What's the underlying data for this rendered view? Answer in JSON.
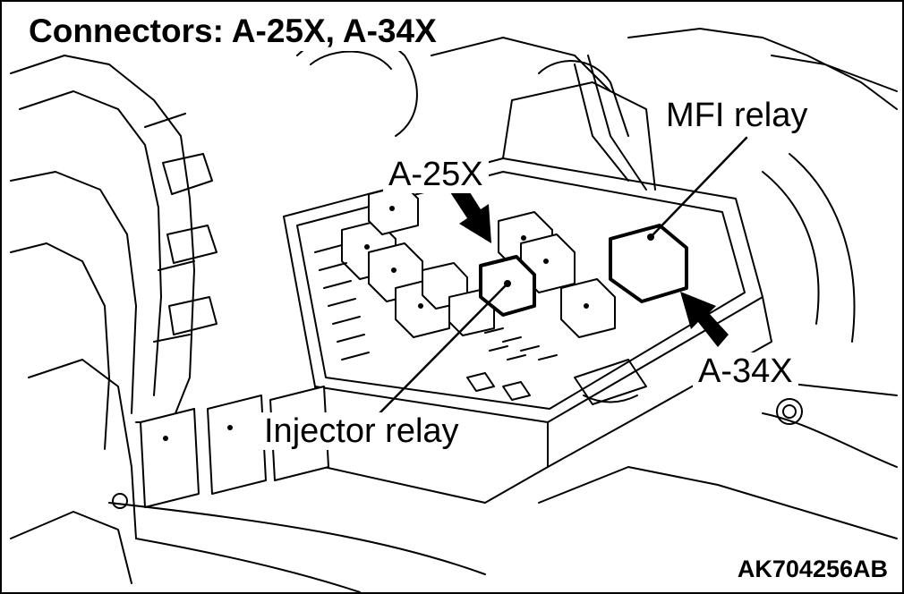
{
  "title": "Connectors: A-25X, A-34X",
  "callouts": {
    "mfi_relay": "MFI relay",
    "a25x": "A-25X",
    "a34x": "A-34X",
    "injector_relay": "Injector relay"
  },
  "figure_code": "AK704256AB"
}
